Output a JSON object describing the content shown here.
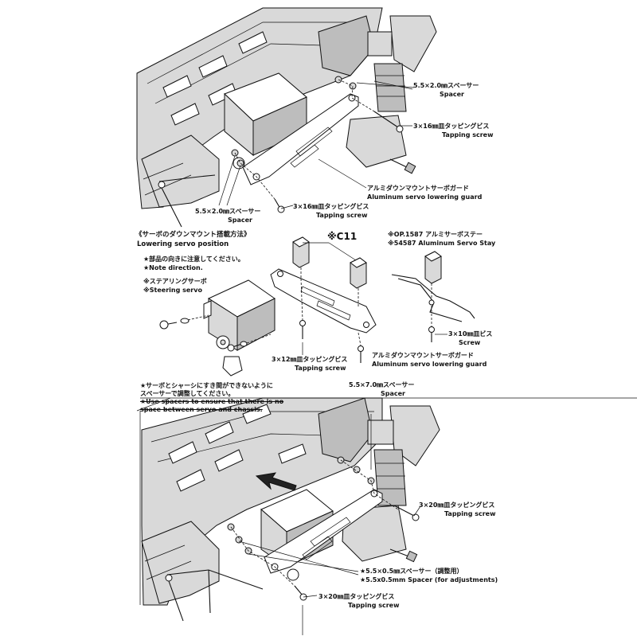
{
  "top": {
    "spacer_right_jp": "5.5×2.0㎜スペーサー",
    "spacer_right_en": "Spacer",
    "screw_right_jp": "3×16㎜皿タッピングビス",
    "screw_right_en": "Tapping screw",
    "guard_jp": "アルミダウンマウントサーボガード",
    "guard_en": "Aluminum servo lowering guard",
    "spacer_left_jp": "5.5×2.0㎜スペーサー",
    "spacer_left_en": "Spacer",
    "screw_bottom_jp": "3×16㎜皿タッピングビス",
    "screw_bottom_en": "Tapping screw"
  },
  "middle": {
    "title_jp": "《サーボのダウンマウント搭載方法》",
    "title_en": "Lowering servo position",
    "part_code": "※C11",
    "note_jp": "★部品の向きに注意してください。",
    "note_en": "★Note direction.",
    "steering_jp": "※ステアリングサーボ",
    "steering_en": "※Steering servo",
    "screw12_jp": "3×12㎜皿タッピングビス",
    "screw12_en": "Tapping screw",
    "guard_jp": "アルミダウンマウントサーボガード",
    "guard_en": "Aluminum servo lowering guard",
    "op_jp": "※OP.1587 アルミサーボステー",
    "op_en": "※54587 Aluminum Servo Stay",
    "screw10_jp": "3×10㎜皿ビス",
    "screw10_en": "Screw"
  },
  "bottom": {
    "caution_jp_1": "★サーボとシャーシにすき間ができないように",
    "caution_jp_2": "スペーサーで調整してください。",
    "caution_en_1": "★Use spacers to ensure that there is no",
    "caution_en_2": "space between servo and chassis.",
    "spacer7_jp": "5.5×7.0㎜スペーサー",
    "spacer7_en": "Spacer",
    "screw20_right_jp": "3×20㎜皿タッピングビス",
    "screw20_right_en": "Tapping screw",
    "spacer05_jp": "★5.5×0.5㎜スペーサー（調整用）",
    "spacer05_en": "★5.5x0.5mm Spacer (for adjustments)",
    "screw20_bottom_jp": "3×20㎜皿タッピングビス",
    "screw20_bottom_en": "Tapping screw"
  }
}
